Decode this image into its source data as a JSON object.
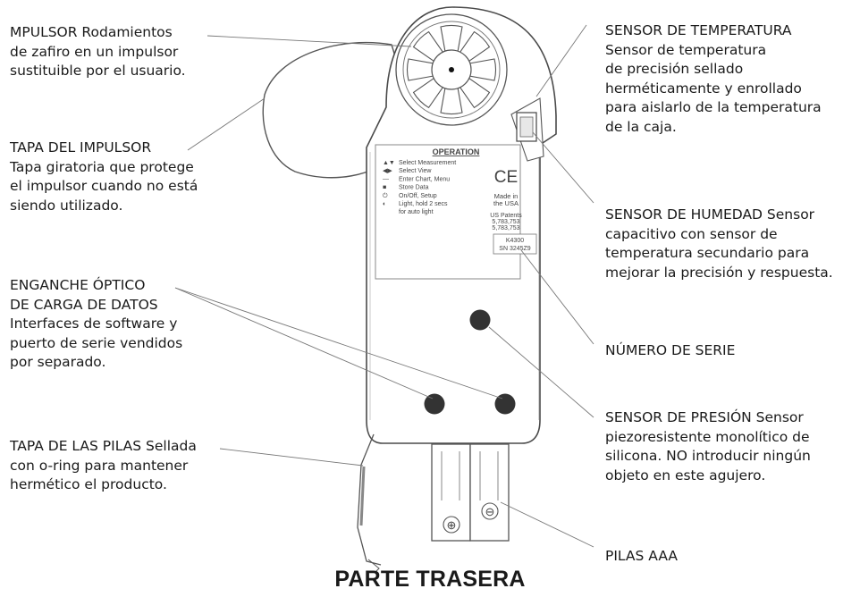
{
  "labels": {
    "impulsor": [
      "MPULSOR Rodamientos",
      "de zafiro en un impulsor",
      "sustituible por el usuario."
    ],
    "tapa_impulsor": [
      "TAPA DEL IMPULSOR",
      "Tapa giratoria que protege",
      "el impulsor cuando no está",
      "siendo utilizado."
    ],
    "enganche": [
      "ENGANCHE ÓPTICO",
      "DE CARGA DE DATOS",
      "Interfaces de software y",
      "puerto de serie vendidos",
      "por separado."
    ],
    "tapa_pilas": [
      "TAPA DE LAS PILAS  Sellada",
      "con o-ring para mantener",
      "hermético el producto."
    ],
    "sensor_temp": [
      "SENSOR DE TEMPERATURA",
      "Sensor de temperatura",
      "de precisión sellado",
      "herméticamente y enrollado",
      "para aislarlo de la temperatura",
      "de la caja."
    ],
    "sensor_humedad": [
      "SENSOR DE HUMEDAD  Sensor",
      "capacitivo con sensor de",
      "temperatura secundario para",
      "mejorar la precisión y respuesta."
    ],
    "numero_serie": [
      "NÚMERO DE SERIE"
    ],
    "sensor_presion": [
      "SENSOR DE PRESIÓN  Sensor",
      "piezoresistente monolítico de",
      "silicona. NO introducir ningún",
      "objeto en este agujero."
    ],
    "pilas": [
      "PILAS AAA"
    ]
  },
  "title": "PARTE TRASERA",
  "device": {
    "operation_title": "OPERATION",
    "operation_items": [
      {
        "icon": "▲▼",
        "text": "Select Measurement"
      },
      {
        "icon": "◀▶",
        "text": "Select View"
      },
      {
        "icon": "—",
        "text": "Enter Chart, Menu"
      },
      {
        "icon": "■",
        "text": "Store Data"
      },
      {
        "icon": "⏻",
        "text": "On/Off, Setup"
      },
      {
        "icon": "◐",
        "text": "Light, hold 2 secs"
      },
      {
        "icon": "",
        "text": "for auto light"
      }
    ],
    "ce_mark": "CE",
    "made_in": [
      "Made in",
      "the USA"
    ],
    "patents": [
      "US Patents",
      "5,783,753",
      "5,783,753"
    ],
    "model": "K4300",
    "serial": "SN 3245Z9",
    "battery_plus": "⊕",
    "battery_minus": "⊖"
  }
}
